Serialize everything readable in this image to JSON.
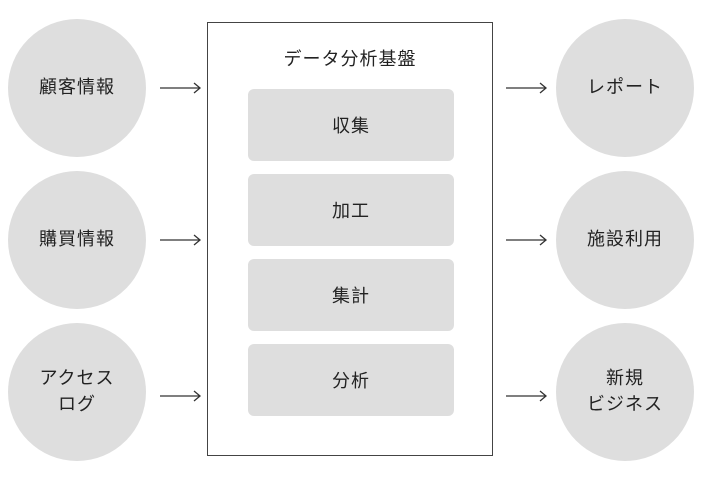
{
  "inputs": [
    {
      "label": "顧客情報"
    },
    {
      "label": "購買情報"
    },
    {
      "label": "アクセス\nログ"
    }
  ],
  "platform": {
    "title": "データ分析基盤",
    "steps": [
      {
        "label": "収集"
      },
      {
        "label": "加工"
      },
      {
        "label": "集計"
      },
      {
        "label": "分析"
      }
    ]
  },
  "outputs": [
    {
      "label": "レポート"
    },
    {
      "label": "施設利用"
    },
    {
      "label": "新規\nビジネス"
    }
  ]
}
